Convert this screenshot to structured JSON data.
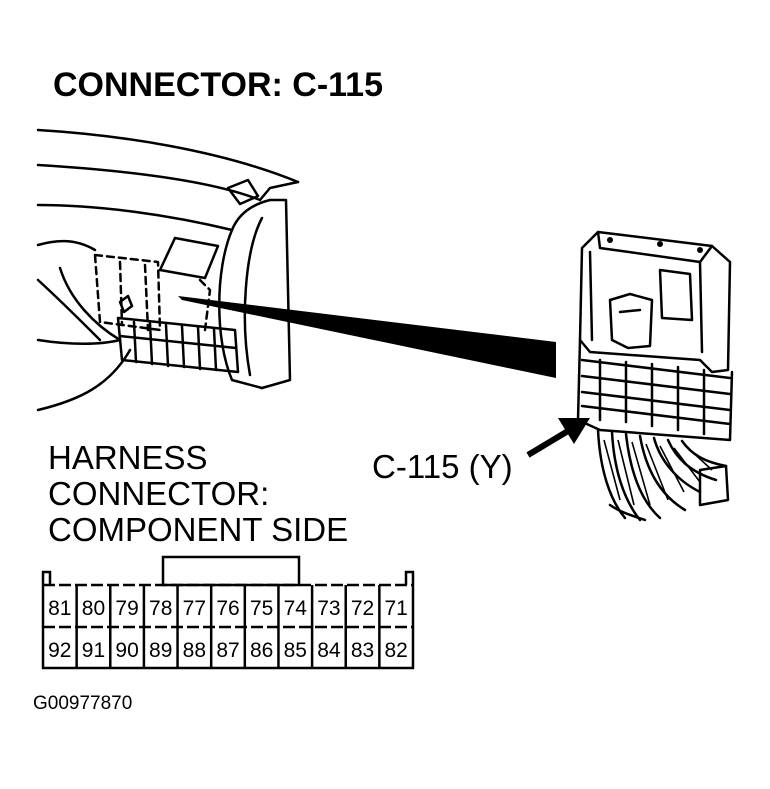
{
  "title": "CONNECTOR: C-115",
  "harness_label": [
    "HARNESS",
    "CONNECTOR:",
    "COMPONENT SIDE"
  ],
  "callout": "C-115 (Y)",
  "figure_id": "G00977870",
  "pins": {
    "top_row": [
      "81",
      "80",
      "79",
      "78",
      "77",
      "76",
      "75",
      "74",
      "73",
      "72",
      "71"
    ],
    "bottom_row": [
      "92",
      "91",
      "90",
      "89",
      "88",
      "87",
      "86",
      "85",
      "84",
      "83",
      "82"
    ]
  }
}
